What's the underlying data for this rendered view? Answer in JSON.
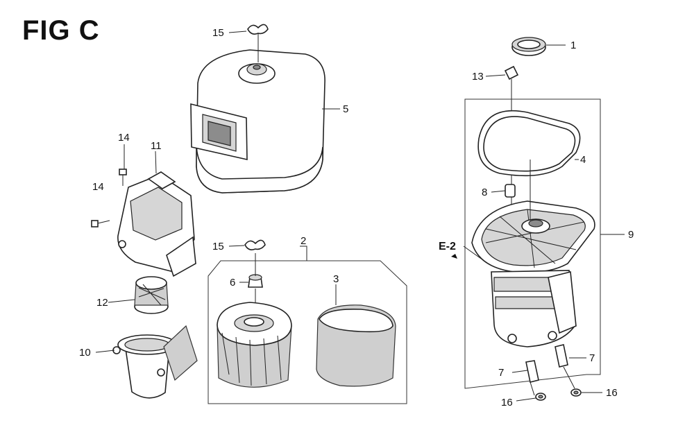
{
  "figure": {
    "title": "FIG C"
  },
  "callouts": [
    {
      "id": "c1",
      "label": "1"
    },
    {
      "id": "c2",
      "label": "2"
    },
    {
      "id": "c3",
      "label": "3"
    },
    {
      "id": "c4",
      "label": "4"
    },
    {
      "id": "c5",
      "label": "5"
    },
    {
      "id": "c6",
      "label": "6"
    },
    {
      "id": "c7a",
      "label": "7"
    },
    {
      "id": "c7b",
      "label": "7"
    },
    {
      "id": "c8",
      "label": "8"
    },
    {
      "id": "c9",
      "label": "9"
    },
    {
      "id": "c10",
      "label": "10"
    },
    {
      "id": "c11",
      "label": "11"
    },
    {
      "id": "c12",
      "label": "12"
    },
    {
      "id": "c13",
      "label": "13"
    },
    {
      "id": "c14a",
      "label": "14"
    },
    {
      "id": "c14b",
      "label": "14"
    },
    {
      "id": "c15a",
      "label": "15"
    },
    {
      "id": "c15b",
      "label": "15"
    },
    {
      "id": "c16a",
      "label": "16"
    },
    {
      "id": "c16b",
      "label": "16"
    }
  ],
  "references": {
    "e2": "E-2"
  }
}
